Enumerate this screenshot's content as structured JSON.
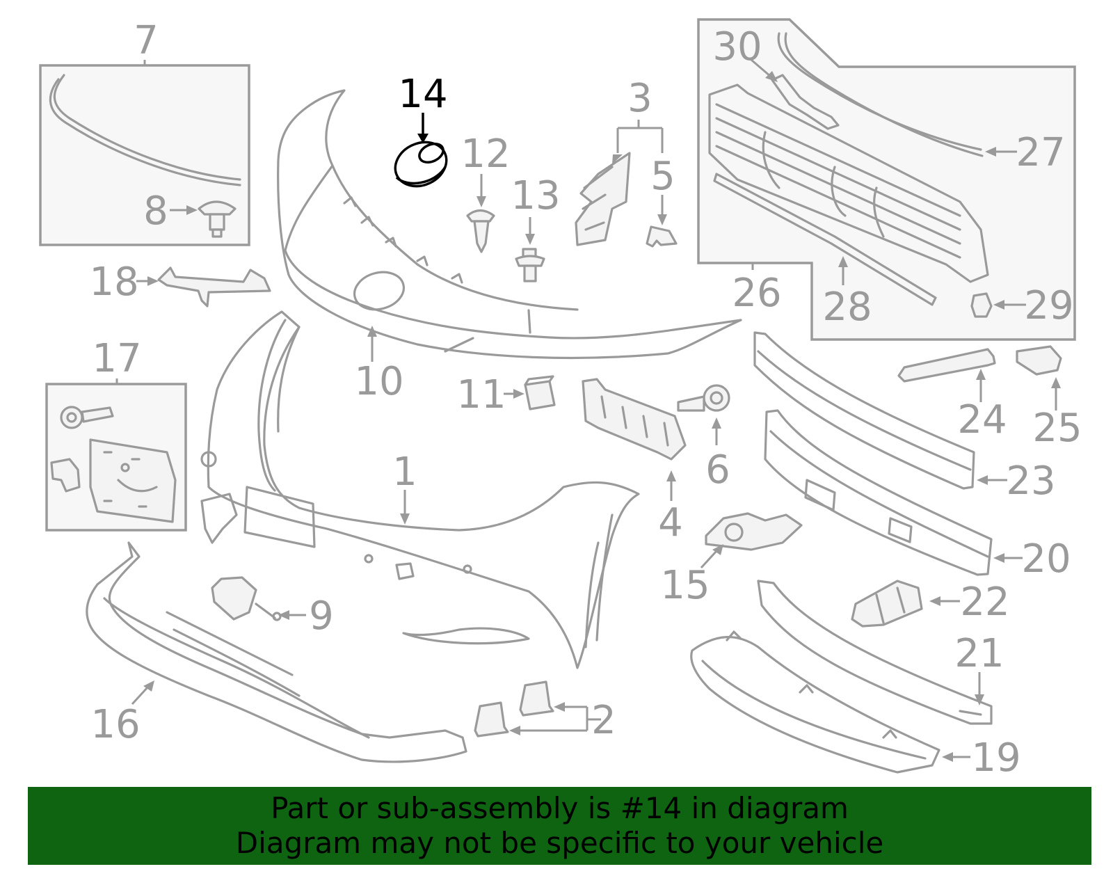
{
  "highlighted_part": "14",
  "callouts": [
    {
      "id": "c1",
      "label": "1"
    },
    {
      "id": "c2",
      "label": "2"
    },
    {
      "id": "c3",
      "label": "3"
    },
    {
      "id": "c4",
      "label": "4"
    },
    {
      "id": "c5",
      "label": "5"
    },
    {
      "id": "c6",
      "label": "6"
    },
    {
      "id": "c7",
      "label": "7"
    },
    {
      "id": "c8",
      "label": "8"
    },
    {
      "id": "c9",
      "label": "9"
    },
    {
      "id": "c10",
      "label": "10"
    },
    {
      "id": "c11",
      "label": "11"
    },
    {
      "id": "c12",
      "label": "12"
    },
    {
      "id": "c13",
      "label": "13"
    },
    {
      "id": "c14",
      "label": "14"
    },
    {
      "id": "c15",
      "label": "15"
    },
    {
      "id": "c16",
      "label": "16"
    },
    {
      "id": "c17",
      "label": "17"
    },
    {
      "id": "c18",
      "label": "18"
    },
    {
      "id": "c19",
      "label": "19"
    },
    {
      "id": "c20",
      "label": "20"
    },
    {
      "id": "c21",
      "label": "21"
    },
    {
      "id": "c22",
      "label": "22"
    },
    {
      "id": "c23",
      "label": "23"
    },
    {
      "id": "c24",
      "label": "24"
    },
    {
      "id": "c25",
      "label": "25"
    },
    {
      "id": "c26",
      "label": "26"
    },
    {
      "id": "c27",
      "label": "27"
    },
    {
      "id": "c28",
      "label": "28"
    },
    {
      "id": "c29",
      "label": "29"
    },
    {
      "id": "c30",
      "label": "30"
    }
  ],
  "banner": {
    "line1": "Part or sub-assembly is #14 in diagram",
    "line2": "Diagram may not be specific to your vehicle"
  },
  "colors": {
    "banner_background": "#0e6410",
    "part_stroke": "#9a9a9a",
    "highlight": "#000000"
  }
}
